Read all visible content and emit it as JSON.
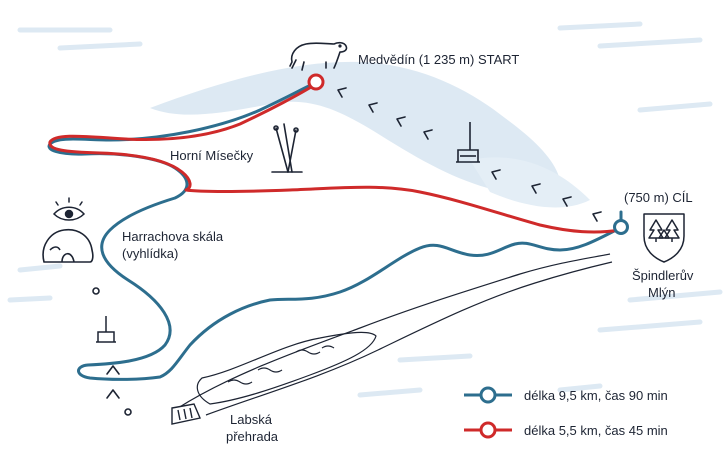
{
  "colors": {
    "blue_route": "#2d6e8e",
    "red_route": "#cf2a2a",
    "snow": "#dde9f3",
    "ink": "#1d2433"
  },
  "labels": {
    "start": "Medvědín (1 235 m) START",
    "finish": "(750 m) CÍL",
    "horni_misecky": "Horní Mísečky",
    "harrachova_line1": "Harrachova skála",
    "harrachova_line2": "(vyhlídka)",
    "spindleruv_line1": "Špindlerův",
    "spindleruv_line2": "Mlýn",
    "labska_line1": "Labská",
    "labska_line2": "přehrada"
  },
  "legend": [
    {
      "text": "délka 9,5 km, čas 90 min",
      "color": "#2d6e8e"
    },
    {
      "text": "délka 5,5 km, čas 45 min",
      "color": "#cf2a2a"
    }
  ],
  "icons": [
    "bear-icon",
    "skis-icon",
    "chairlift-icon",
    "eye-icon",
    "rock-cave-icon",
    "coat-of-arms-icon"
  ]
}
